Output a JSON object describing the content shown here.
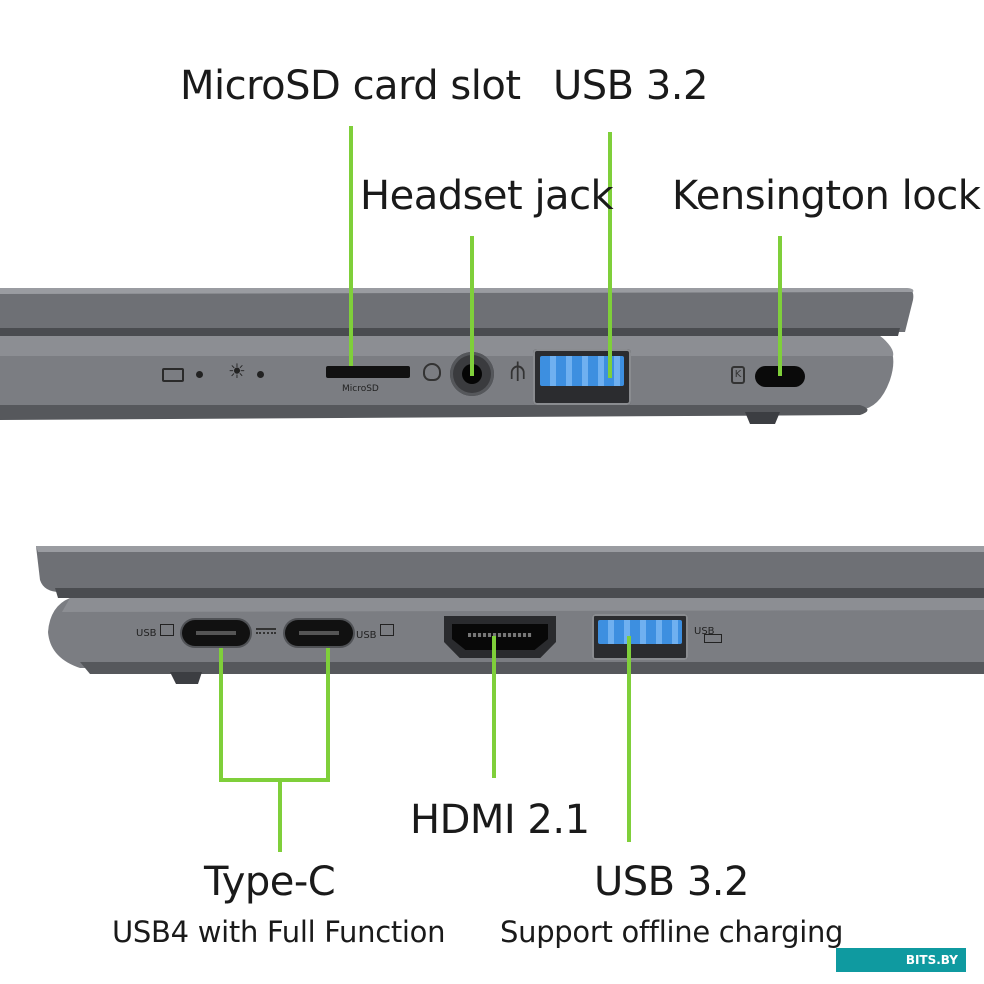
{
  "labels": {
    "microsd": "MicroSD card slot",
    "usb32_top": "USB 3.2",
    "headset": "Headset jack",
    "kensington": "Kensington lock",
    "hdmi": "HDMI 2.1",
    "typec": "Type-C",
    "typec_sub": "USB4 with Full Function",
    "usb32_bottom": "USB 3.2",
    "usb32_bottom_sub": "Support offline charging"
  },
  "port_labels": {
    "microsd_print": "MicroSD",
    "usb_left": "USB",
    "usb_right": "USB",
    "usb_charge": "USB"
  },
  "watermark": "BITS.BY",
  "icons": [
    "battery-charge-icon",
    "brightness-icon",
    "headset-icon",
    "usb-trident-icon",
    "lock-k-icon",
    "usb-screen-icon",
    "usb-battery-icon"
  ],
  "colors": {
    "callout": "#7fcf3a",
    "body": "#6b6d72",
    "usb_blue": "#3d8fe0",
    "text": "#1a1a1a"
  }
}
